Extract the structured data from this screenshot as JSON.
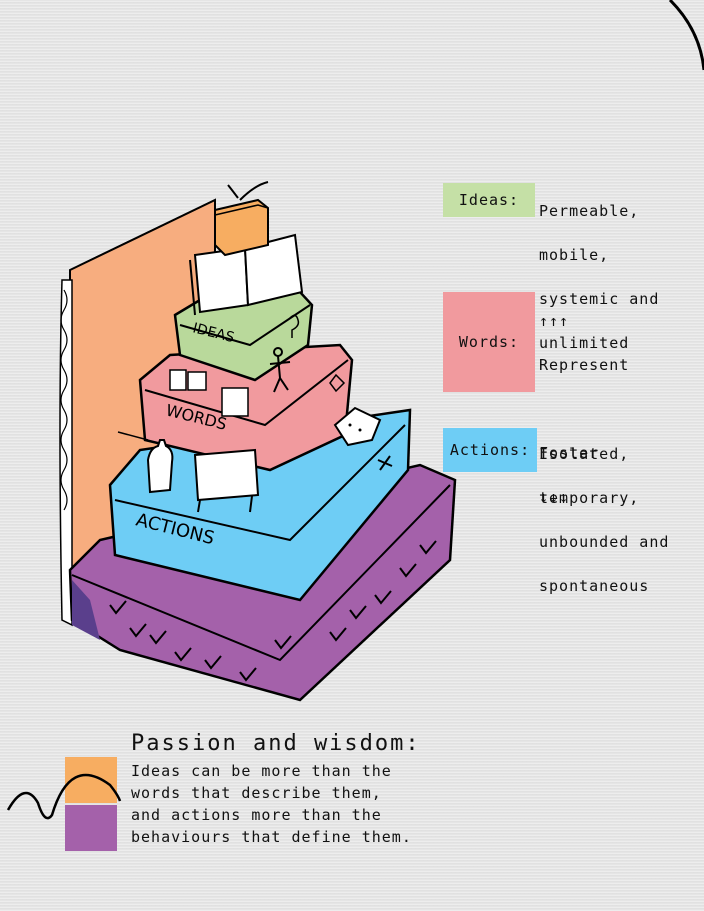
{
  "diagram": {
    "levels": [
      {
        "label": "IDEAS",
        "color": "#b9d99b"
      },
      {
        "label": "WORDS",
        "color": "#f19a9e"
      },
      {
        "label": "ACTIONS",
        "color": "#6ecdf5"
      }
    ],
    "base_color": "#a461aa",
    "wall_color": "#f7ad7f"
  },
  "legend": {
    "ideas": {
      "label": "Ideas:",
      "color": "#c5e0a6",
      "lines": [
        "Permeable,",
        "mobile,",
        "systemic and",
        "unlimited"
      ]
    },
    "words": {
      "label": "Words:",
      "color": "#f19a9e",
      "lines": [
        "↑↑↑",
        "Represent",
        "",
        "Foster",
        "↓↓↓"
      ]
    },
    "actions": {
      "label": "Actions:",
      "color": "#6ecdf5",
      "lines": [
        "Isolated,",
        "temporary,",
        "unbounded and",
        "spontaneous"
      ]
    }
  },
  "footer": {
    "title": "Passion and wisdom:",
    "lines": [
      "Ideas can be more than the",
      "words that describe them,",
      "and actions more than the",
      "behaviours that define them."
    ],
    "swatch_top_color": "#f7ad61",
    "swatch_bottom_color": "#a461aa"
  }
}
